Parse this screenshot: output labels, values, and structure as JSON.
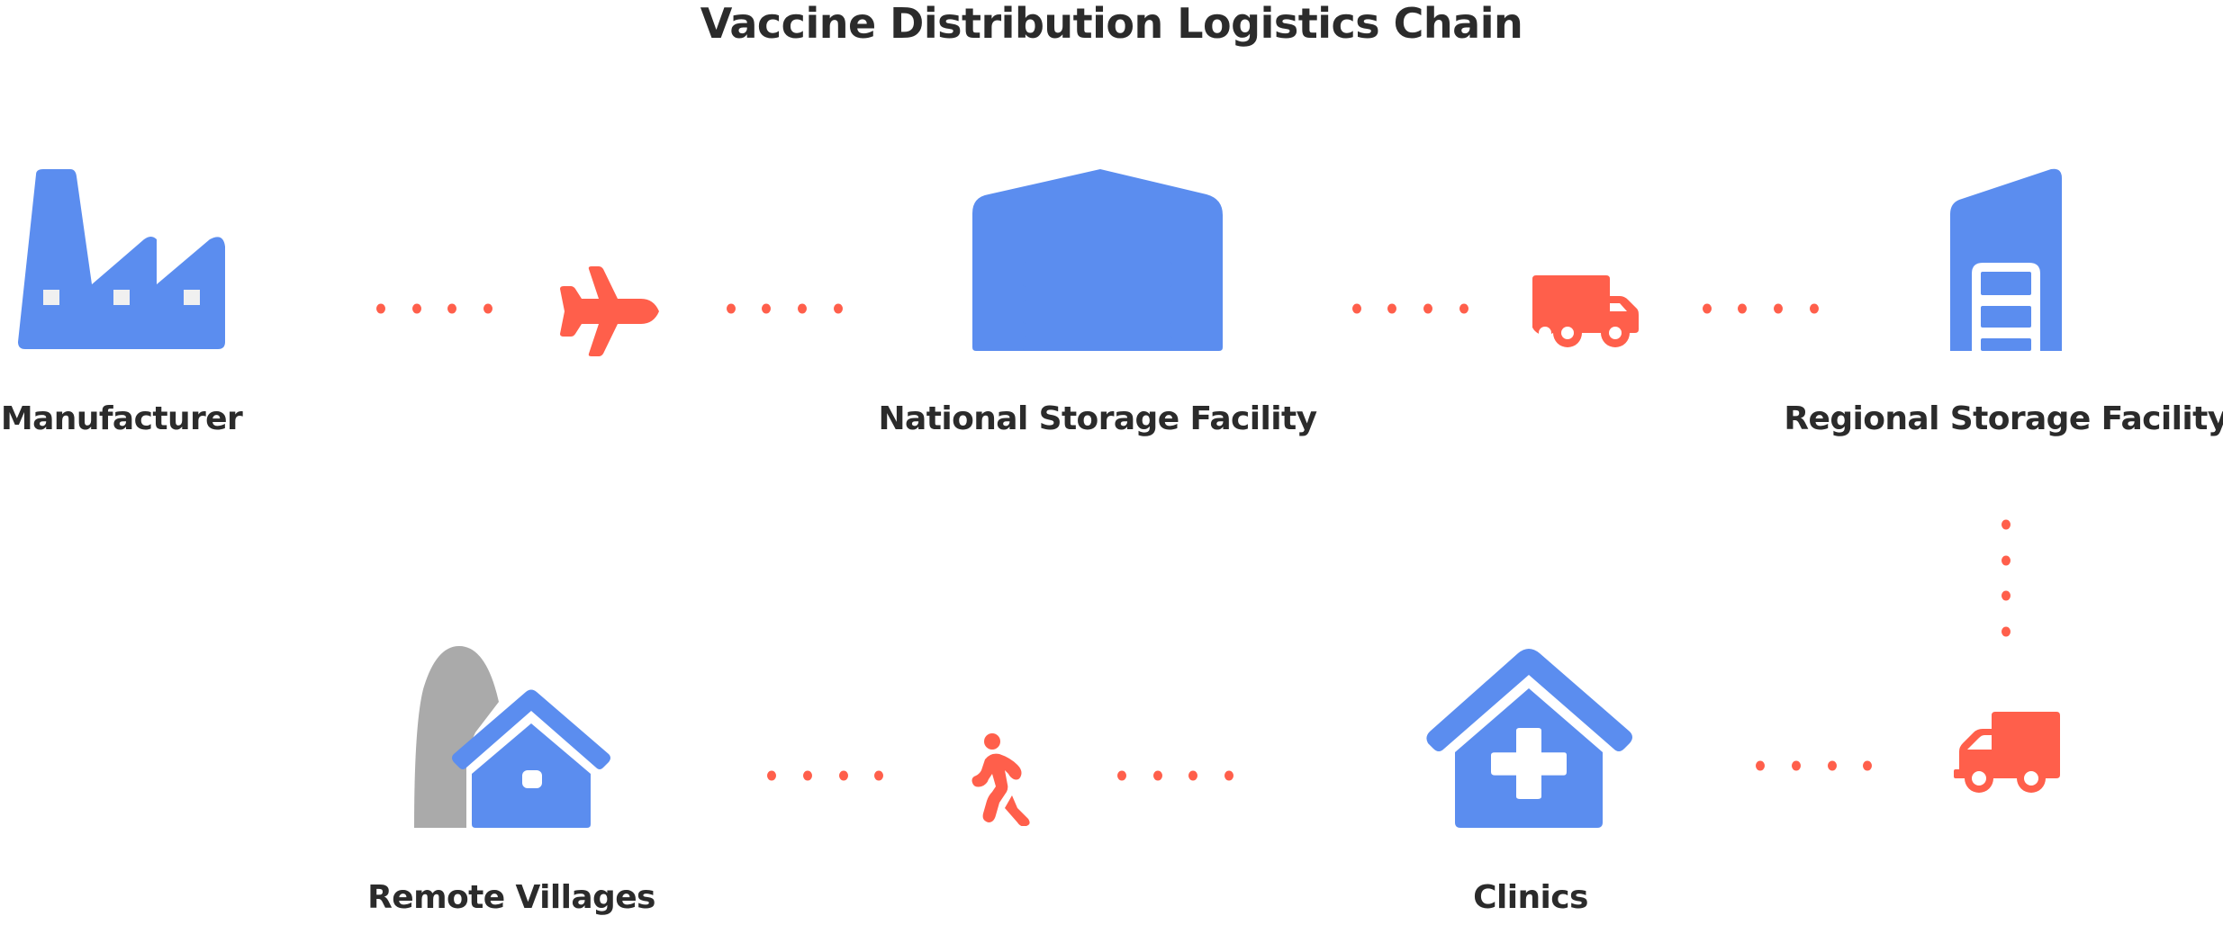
{
  "title": "Vaccine Distribution Logistics Chain",
  "colors": {
    "node_icon": "#5b8def",
    "transport_icon": "#ff5f4b",
    "connector_dots": "#ff5f4b",
    "terrain": "#aaaaaa",
    "text": "#2b2b2b"
  },
  "nodes": [
    {
      "id": "manufacturer",
      "label": "Manufacturer",
      "icon": "factory-icon"
    },
    {
      "id": "national-storage",
      "label": "National Storage Facility",
      "icon": "warehouse-icon"
    },
    {
      "id": "regional-storage",
      "label": "Regional Storage Facility",
      "icon": "storage-building-icon"
    },
    {
      "id": "clinics",
      "label": "Clinics",
      "icon": "clinic-icon"
    },
    {
      "id": "remote-villages",
      "label": "Remote Villages",
      "icon": "village-house-icon"
    }
  ],
  "links": [
    {
      "from": "Manufacturer",
      "to": "National Storage Facility",
      "transport": "airplane-icon",
      "mode": "Air"
    },
    {
      "from": "National Storage Facility",
      "to": "Regional Storage Facility",
      "transport": "truck-icon",
      "mode": "Truck"
    },
    {
      "from": "Regional Storage Facility",
      "to": "Clinics",
      "transport": "truck-icon",
      "mode": "Truck"
    },
    {
      "from": "Clinics",
      "to": "Remote Villages",
      "transport": "walking-person-icon",
      "mode": "On foot"
    }
  ]
}
